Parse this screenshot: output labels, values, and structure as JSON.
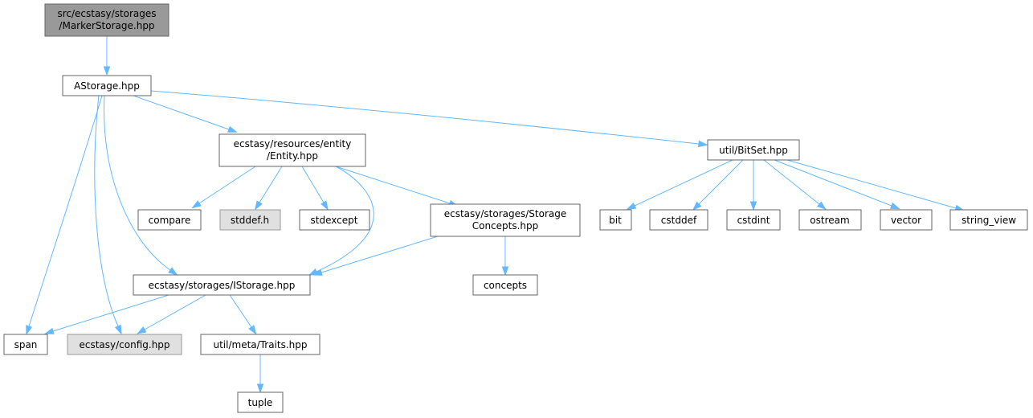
{
  "colors": {
    "edge": "#63b8ff",
    "root_fill": "#999999",
    "external_fill": "#e0e0e0",
    "node_fill": "#ffffff",
    "node_stroke": "#666666"
  },
  "nodes": {
    "marker_storage": {
      "lines": [
        "src/ecstasy/storages",
        "/MarkerStorage.hpp"
      ],
      "kind": "root"
    },
    "astorage": {
      "lines": [
        "AStorage.hpp"
      ],
      "kind": "file"
    },
    "entity": {
      "lines": [
        "ecstasy/resources/entity",
        "/Entity.hpp"
      ],
      "kind": "file"
    },
    "bitset": {
      "lines": [
        "util/BitSet.hpp"
      ],
      "kind": "file"
    },
    "compare": {
      "lines": [
        "compare"
      ],
      "kind": "header"
    },
    "stddef_h": {
      "lines": [
        "stddef.h"
      ],
      "kind": "external"
    },
    "stdexcept": {
      "lines": [
        "stdexcept"
      ],
      "kind": "header"
    },
    "storage_concepts": {
      "lines": [
        "ecstasy/storages/Storage",
        "Concepts.hpp"
      ],
      "kind": "file"
    },
    "bit": {
      "lines": [
        "bit"
      ],
      "kind": "header"
    },
    "cstddef": {
      "lines": [
        "cstddef"
      ],
      "kind": "header"
    },
    "cstdint": {
      "lines": [
        "cstdint"
      ],
      "kind": "header"
    },
    "ostream": {
      "lines": [
        "ostream"
      ],
      "kind": "header"
    },
    "vector": {
      "lines": [
        "vector"
      ],
      "kind": "header"
    },
    "string_view": {
      "lines": [
        "string_view"
      ],
      "kind": "header"
    },
    "istorage": {
      "lines": [
        "ecstasy/storages/IStorage.hpp"
      ],
      "kind": "file"
    },
    "concepts": {
      "lines": [
        "concepts"
      ],
      "kind": "header"
    },
    "span": {
      "lines": [
        "span"
      ],
      "kind": "header"
    },
    "config": {
      "lines": [
        "ecstasy/config.hpp"
      ],
      "kind": "external"
    },
    "traits": {
      "lines": [
        "util/meta/Traits.hpp"
      ],
      "kind": "file"
    },
    "tuple": {
      "lines": [
        "tuple"
      ],
      "kind": "header"
    }
  },
  "edges": [
    {
      "from": "marker_storage",
      "to": "astorage"
    },
    {
      "from": "astorage",
      "to": "entity"
    },
    {
      "from": "astorage",
      "to": "bitset"
    },
    {
      "from": "astorage",
      "to": "span"
    },
    {
      "from": "astorage",
      "to": "config"
    },
    {
      "from": "astorage",
      "to": "istorage"
    },
    {
      "from": "entity",
      "to": "compare"
    },
    {
      "from": "entity",
      "to": "stddef_h"
    },
    {
      "from": "entity",
      "to": "stdexcept"
    },
    {
      "from": "entity",
      "to": "storage_concepts"
    },
    {
      "from": "entity",
      "to": "istorage"
    },
    {
      "from": "storage_concepts",
      "to": "istorage"
    },
    {
      "from": "storage_concepts",
      "to": "concepts"
    },
    {
      "from": "bitset",
      "to": "bit"
    },
    {
      "from": "bitset",
      "to": "cstddef"
    },
    {
      "from": "bitset",
      "to": "cstdint"
    },
    {
      "from": "bitset",
      "to": "ostream"
    },
    {
      "from": "bitset",
      "to": "vector"
    },
    {
      "from": "bitset",
      "to": "string_view"
    },
    {
      "from": "istorage",
      "to": "span"
    },
    {
      "from": "istorage",
      "to": "config"
    },
    {
      "from": "istorage",
      "to": "traits"
    },
    {
      "from": "traits",
      "to": "tuple"
    }
  ]
}
